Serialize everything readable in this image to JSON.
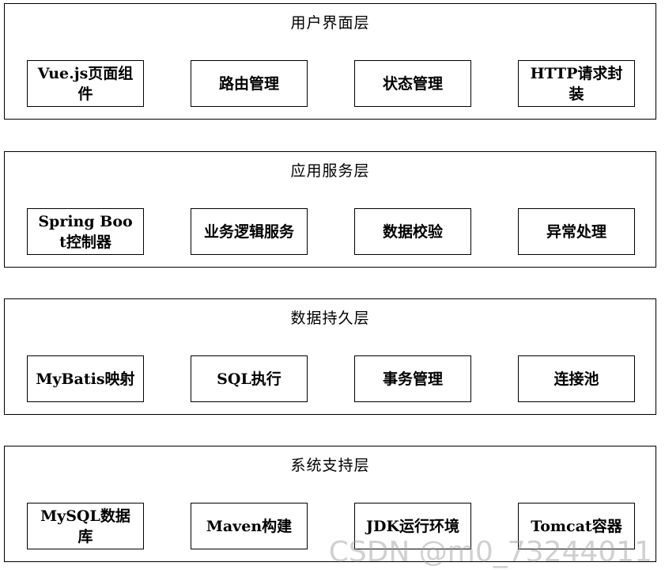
{
  "layers": [
    {
      "title": "用户界面层",
      "modules": [
        "Vue.js页面组件",
        "路由管理",
        "状态管理",
        "HTTP请求封装"
      ]
    },
    {
      "title": "应用服务层",
      "modules": [
        "Spring Boot控制器",
        "业务逻辑服务",
        "数据校验",
        "异常处理"
      ]
    },
    {
      "title": "数据持久层",
      "modules": [
        "MyBatis映射",
        "SQL执行",
        "事务管理",
        "连接池"
      ]
    },
    {
      "title": "系统支持层",
      "modules": [
        "MySQL数据库",
        "Maven构建",
        "JDK运行环境",
        "Tomcat容器"
      ]
    }
  ],
  "watermark": "CSDN @m0_73244011",
  "colors": {
    "border": "#000000",
    "background": "#ffffff",
    "text": "#000000",
    "watermark": "#969696"
  }
}
